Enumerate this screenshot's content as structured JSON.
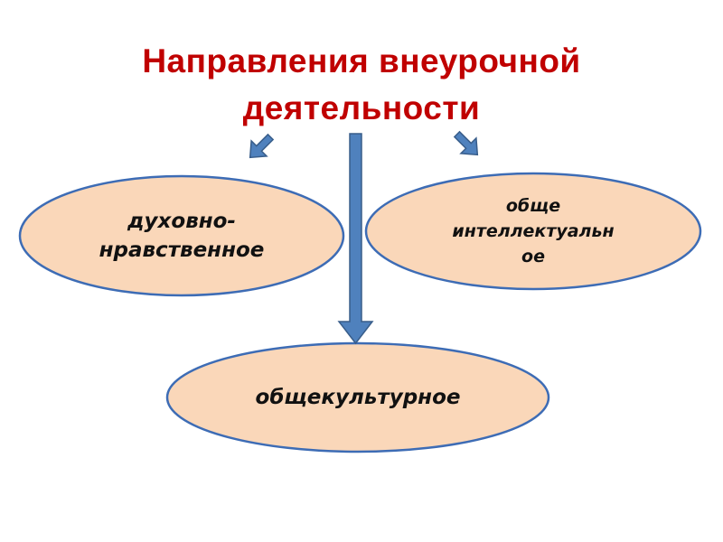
{
  "title": {
    "line1": "Направления внеурочной",
    "line2": "деятельности"
  },
  "nodes": {
    "left": {
      "line1": "духовно-",
      "line2": "нравственное"
    },
    "right": {
      "line1": "обще",
      "line2": "интеллектуальн",
      "line3": "ое"
    },
    "bottom": {
      "line1": "общекультурное"
    }
  },
  "colors": {
    "title": "#c00000",
    "ellipse_fill": "#fad7b9",
    "ellipse_stroke": "#3d6cb5",
    "arrow_fill": "#4f81bd",
    "arrow_stroke": "#385d8a"
  }
}
